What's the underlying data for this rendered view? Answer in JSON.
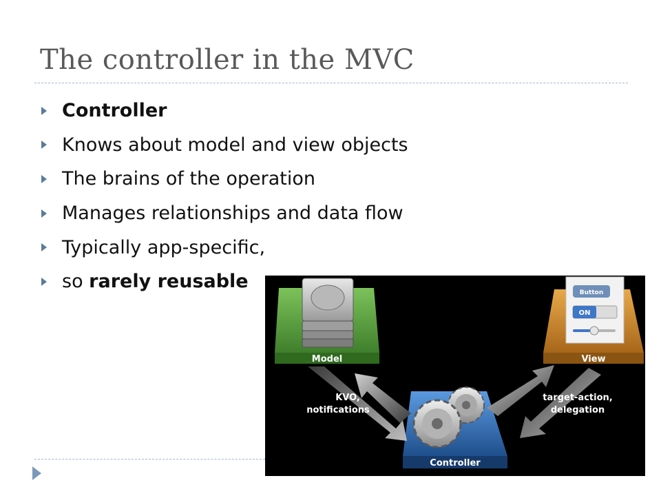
{
  "slide": {
    "title": "The controller in the MVC"
  },
  "bullets": [
    {
      "segments": [
        {
          "text": "Controller",
          "bold": true
        }
      ]
    },
    {
      "segments": [
        {
          "text": "Knows about model and view objects",
          "bold": false
        }
      ]
    },
    {
      "segments": [
        {
          "text": "The brains of the operation",
          "bold": false
        }
      ]
    },
    {
      "segments": [
        {
          "text": "Manages relationships and data flow",
          "bold": false
        }
      ]
    },
    {
      "segments": [
        {
          "text": "Typically app-specific,",
          "bold": false
        }
      ]
    },
    {
      "segments": [
        {
          "text": "so ",
          "bold": false
        },
        {
          "text": "rarely reusable",
          "bold": true
        }
      ]
    }
  ],
  "diagram": {
    "model_label": "Model",
    "view_label": "View",
    "controller_label": "Controller",
    "left_arrow_text_1": "KVO,",
    "left_arrow_text_2": "notifications",
    "right_arrow_text_1": "target-action,",
    "right_arrow_text_2": "delegation",
    "view_button_label": "Button",
    "view_toggle_label": "ON",
    "colors": {
      "model_green": "#4f9a3a",
      "view_orange": "#c9832a",
      "controller_blue": "#2f6db3",
      "background": "#000000"
    }
  }
}
